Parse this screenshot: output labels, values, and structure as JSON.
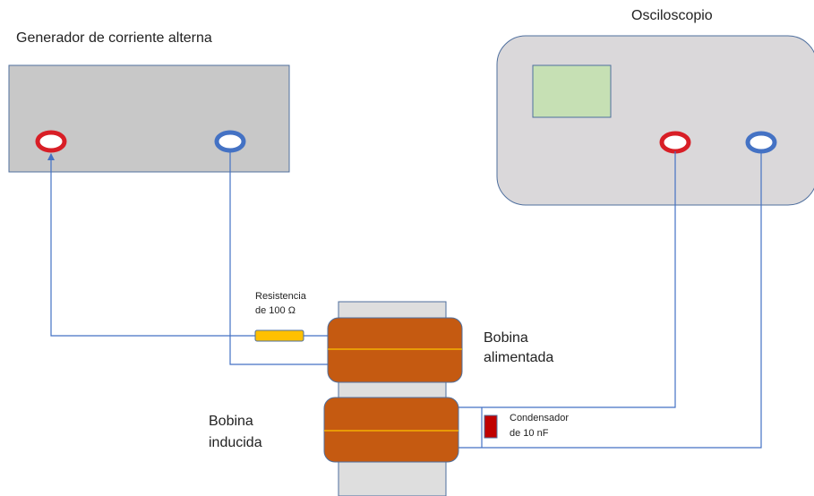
{
  "generator": {
    "title": "Generador de corriente alterna",
    "terminal_left_color": "#d81e26",
    "terminal_right_color": "#4472c4",
    "panel_color": "#c8c8c8"
  },
  "oscilloscope": {
    "title": "Osciloscopio",
    "screen_color": "#c6e0b4",
    "body_color": "#dad8da",
    "terminal_left_color": "#d81e26",
    "terminal_right_color": "#4472c4"
  },
  "resistor": {
    "label_line1": "Resistencia",
    "label_line2": "de 100 Ω",
    "color": "#ffc000"
  },
  "coil_powered": {
    "label_line1": "Bobina",
    "label_line2": "alimentada",
    "color": "#c55a11"
  },
  "coil_induced": {
    "label_line1": "Bobina",
    "label_line2": "inducida",
    "color": "#c55a11"
  },
  "capacitor": {
    "label_line1": "Condensador",
    "label_line2": "de 10 nF",
    "color": "#c00000"
  },
  "wire_color": "#4472c4"
}
